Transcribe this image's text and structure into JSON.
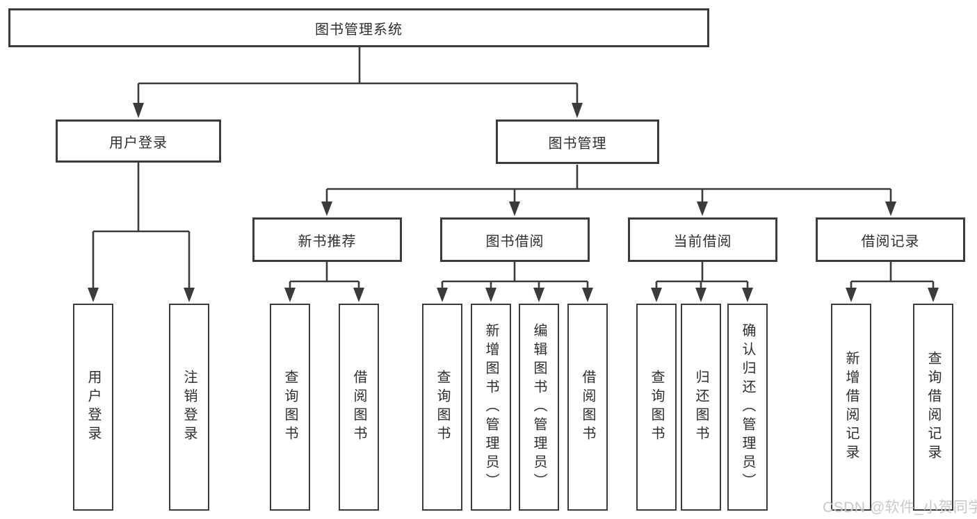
{
  "diagram": {
    "title": "图书管理系统",
    "tree": {
      "root": "图书管理系统",
      "branches": [
        {
          "label": "用户登录",
          "children": [
            {
              "label": "用户登录"
            },
            {
              "label": "注销登录"
            }
          ]
        },
        {
          "label": "图书管理",
          "children": [
            {
              "label": "新书推荐",
              "children": [
                {
                  "label": "查询图书"
                },
                {
                  "label": "借阅图书"
                }
              ]
            },
            {
              "label": "图书借阅",
              "children": [
                {
                  "label": "查询图书"
                },
                {
                  "label": "新增图书（管理员）"
                },
                {
                  "label": "编辑图书（管理员）"
                },
                {
                  "label": "借阅图书"
                }
              ]
            },
            {
              "label": "当前借阅",
              "children": [
                {
                  "label": "查询图书"
                },
                {
                  "label": "归还图书"
                },
                {
                  "label": "确认归还（管理员）"
                }
              ]
            },
            {
              "label": "借阅记录",
              "children": [
                {
                  "label": "新增借阅记录"
                },
                {
                  "label": "查询借阅记录"
                }
              ]
            }
          ]
        }
      ]
    },
    "colors": {
      "border": "#3b3b3b",
      "line": "#3b3b3b",
      "text": "#2e2e2e",
      "background": "#ffffff",
      "watermark": "#c9c9c9"
    }
  },
  "watermark": {
    "text": "CSDN @软件_小贺同学"
  }
}
